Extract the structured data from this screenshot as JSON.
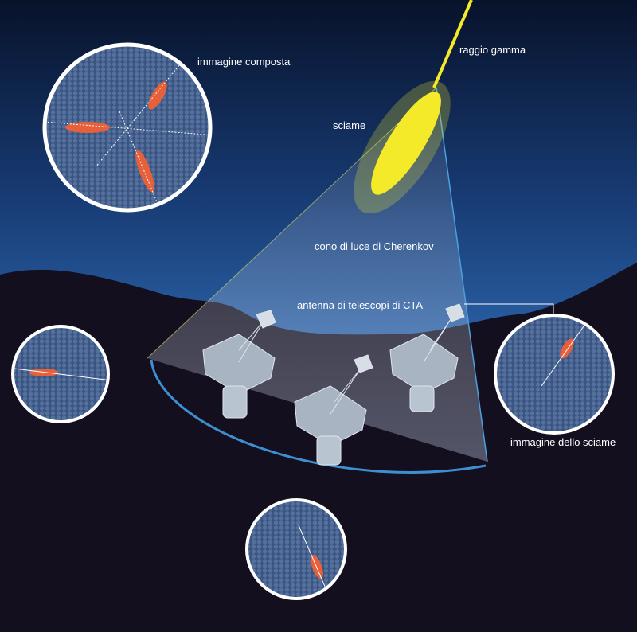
{
  "labels": {
    "composite_image": "immagine composta",
    "gamma_ray": "raggio gamma",
    "shower": "sciame",
    "cherenkov_cone": "cono di luce di Cherenkov",
    "telescope_array": "antenna di telescopi di CTA",
    "shower_image": "immagine dello sciame"
  },
  "colors": {
    "sky_top": "#0a1530",
    "sky_horizon": "#1f4f90",
    "ground": "#140f1f",
    "gamma": "#f4ea2a",
    "arc": "#3d8fcf",
    "camera_pixel": "#4a6590",
    "signal": "#e8603a"
  }
}
